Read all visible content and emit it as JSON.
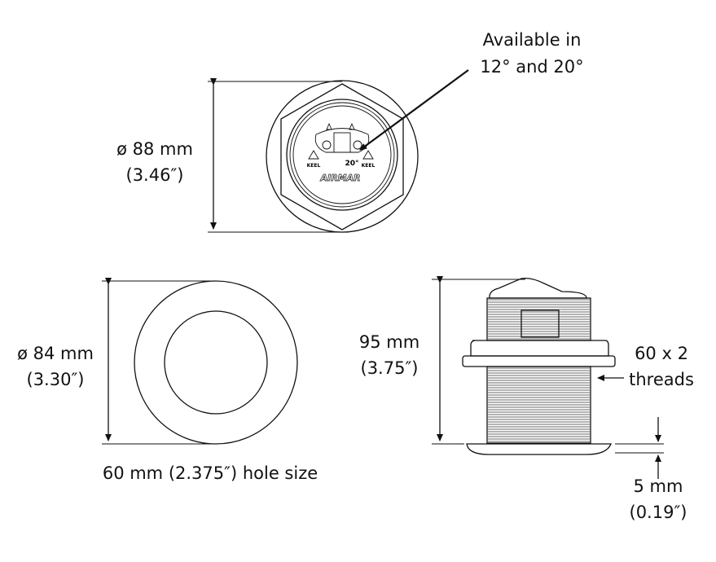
{
  "top_view": {
    "diameter_label": "ø 88 mm",
    "diameter_inches": "(3.46″)",
    "callout_line1": "Available in",
    "callout_line2": "12° and 20°",
    "logo_text": "AIRMAR",
    "angle_text": "20°",
    "keel_text": "KEEL"
  },
  "hole_view": {
    "diameter_label": "ø 84 mm",
    "diameter_inches": "(3.30″)",
    "hole_size": "60 mm (2.375″) hole size"
  },
  "side_view": {
    "height_label": "95 mm",
    "height_inches": "(3.75″)",
    "thread_line1": "60 x 2",
    "thread_line2": "threads",
    "lip_label": "5 mm",
    "lip_inches": "(0.19″)"
  }
}
